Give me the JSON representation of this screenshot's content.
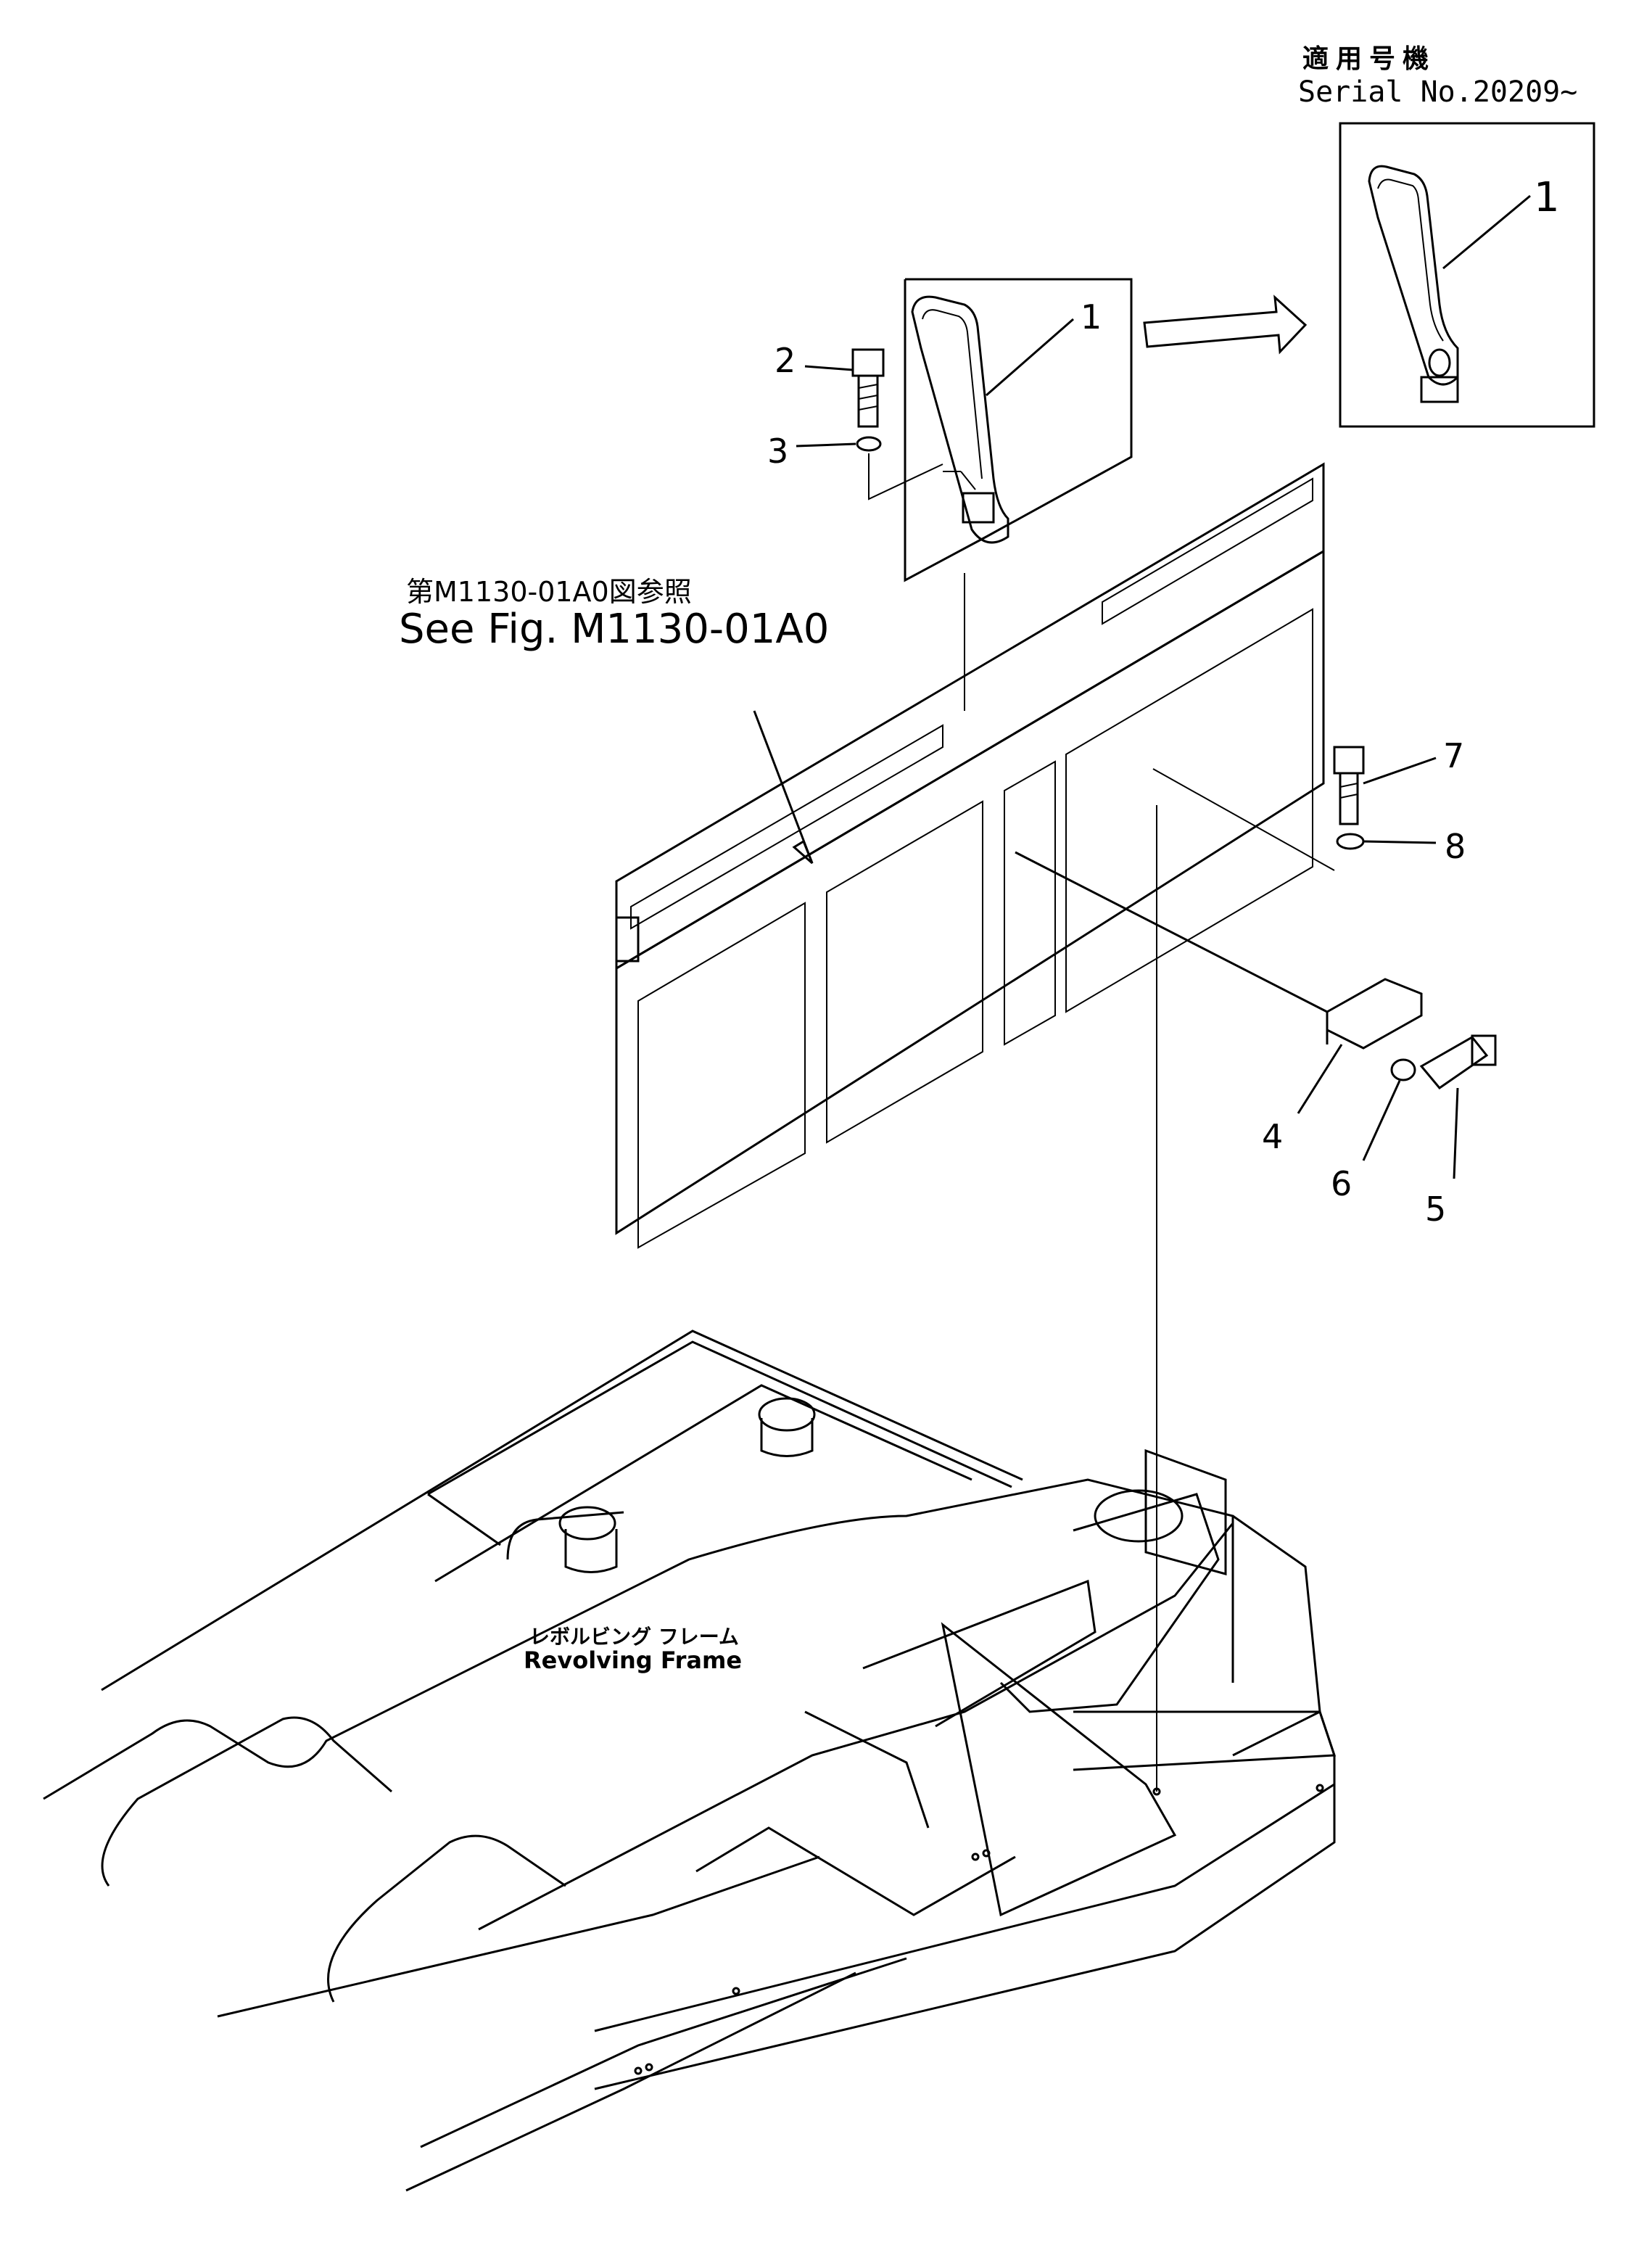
{
  "inset": {
    "applicability_ja": "適用号機",
    "serial_label": "Serial No.20209~",
    "item_label": "1"
  },
  "reference": {
    "see_fig_ja": "第M1130-01A0図参照",
    "see_fig_en": "See Fig. M1130-01A0"
  },
  "frame": {
    "name_ja": "レボルビング フレーム",
    "name_en": "Revolving Frame"
  },
  "callouts": {
    "c1": "1",
    "c2": "2",
    "c3": "3",
    "c4": "4",
    "c5": "5",
    "c6": "6",
    "c7": "7",
    "c8": "8"
  }
}
